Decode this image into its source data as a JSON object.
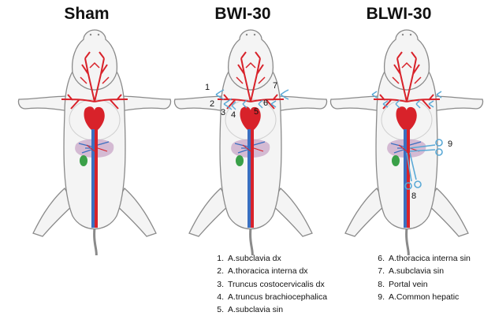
{
  "panels": [
    {
      "title": "Sham"
    },
    {
      "title": "BWI-30"
    },
    {
      "title": "BLWI-30"
    }
  ],
  "markers": {
    "bwi": [
      "1",
      "2",
      "3",
      "4",
      "5",
      "6",
      "7"
    ],
    "blwi": [
      "9",
      "8"
    ]
  },
  "legend": {
    "left": [
      {
        "num": "1.",
        "label": "A.subclavia dx"
      },
      {
        "num": "2.",
        "label": "A.thoracica interna dx"
      },
      {
        "num": "3.",
        "label": "Truncus costocervicalis dx"
      },
      {
        "num": "4.",
        "label": "A.truncus brachiocephalica"
      },
      {
        "num": "5.",
        "label": "A.subclavia sin"
      }
    ],
    "right": [
      {
        "num": "6.",
        "label": "A.thoracica interna sin"
      },
      {
        "num": "7.",
        "label": "A.subclavia sin"
      },
      {
        "num": "8.",
        "label": "Portal vein"
      },
      {
        "num": "9.",
        "label": "A.Common hepatic"
      }
    ]
  },
  "colors": {
    "artery": "#d8222a",
    "vein": "#3b6fc0",
    "clamp": "#5aa9d6",
    "liver": "#c9a7c8",
    "gallbladder": "#3aa048",
    "body": "#f4f4f4",
    "outline": "#8a8a8a"
  }
}
